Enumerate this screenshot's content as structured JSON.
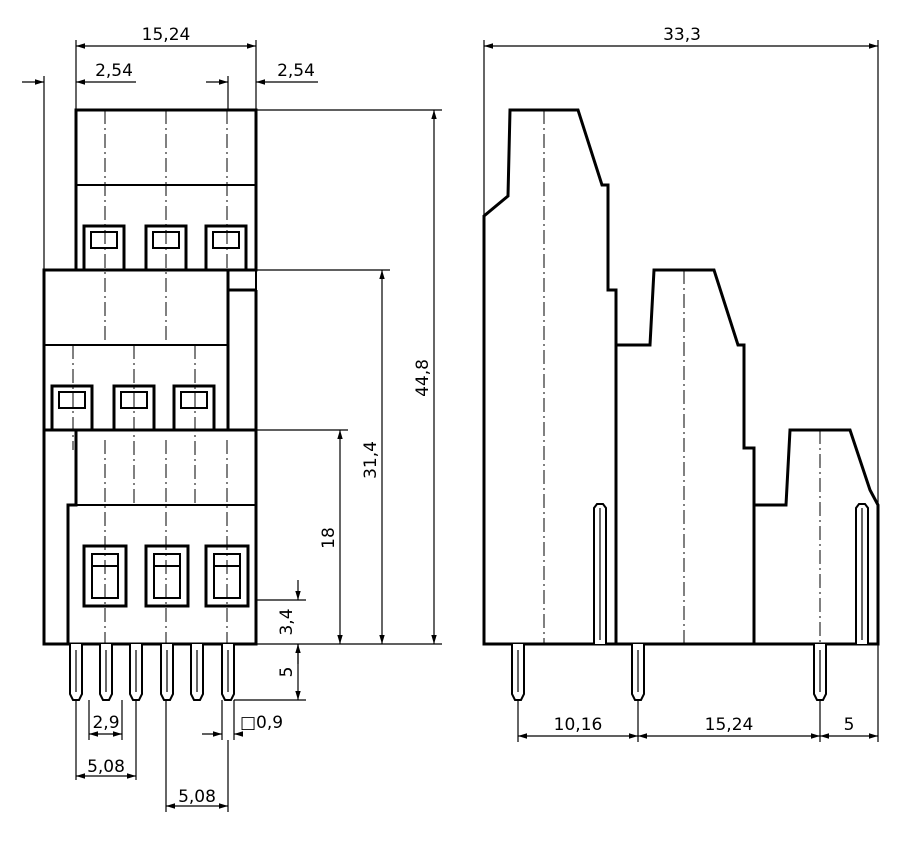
{
  "front_view": {
    "dims": {
      "width_total": "15,24",
      "offset_left": "2,54",
      "offset_right": "2,54",
      "height_total": "44,8",
      "height_mid": "31,4",
      "height_low": "18",
      "pin_above": "3,4",
      "pin_below": "5",
      "pin_offset": "2,9",
      "pitch_a": "5,08",
      "pitch_b": "5,08",
      "pin_square": "□0,9"
    }
  },
  "side_view": {
    "dims": {
      "depth_total": "33,3",
      "pitch_1": "10,16",
      "pitch_2": "15,24",
      "pitch_3": "5"
    }
  }
}
